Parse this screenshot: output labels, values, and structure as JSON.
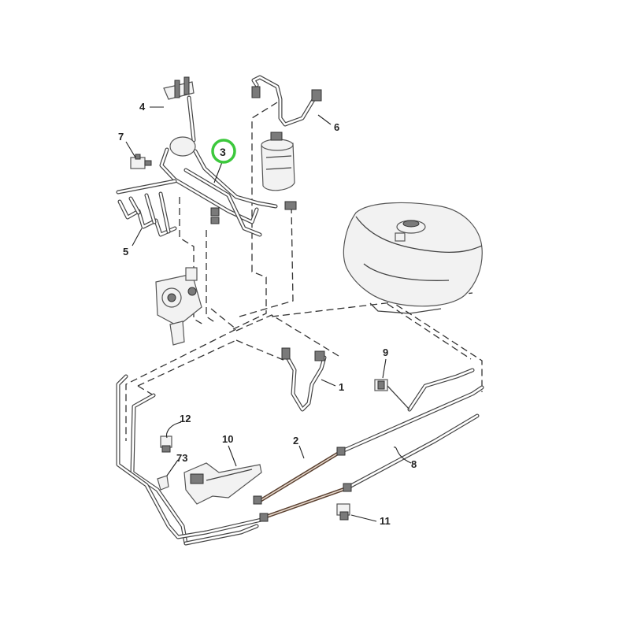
{
  "diagram": {
    "highlight_color": "#3cc83c",
    "labels": {
      "l1": "1",
      "l2": "2",
      "l3": "3",
      "l4": "4",
      "l5": "5",
      "l6": "6",
      "l7": "7",
      "l8": "8",
      "l9": "9",
      "l10": "10",
      "l11": "11",
      "l12": "12",
      "l73": "73"
    },
    "highlighted_part": "3"
  }
}
